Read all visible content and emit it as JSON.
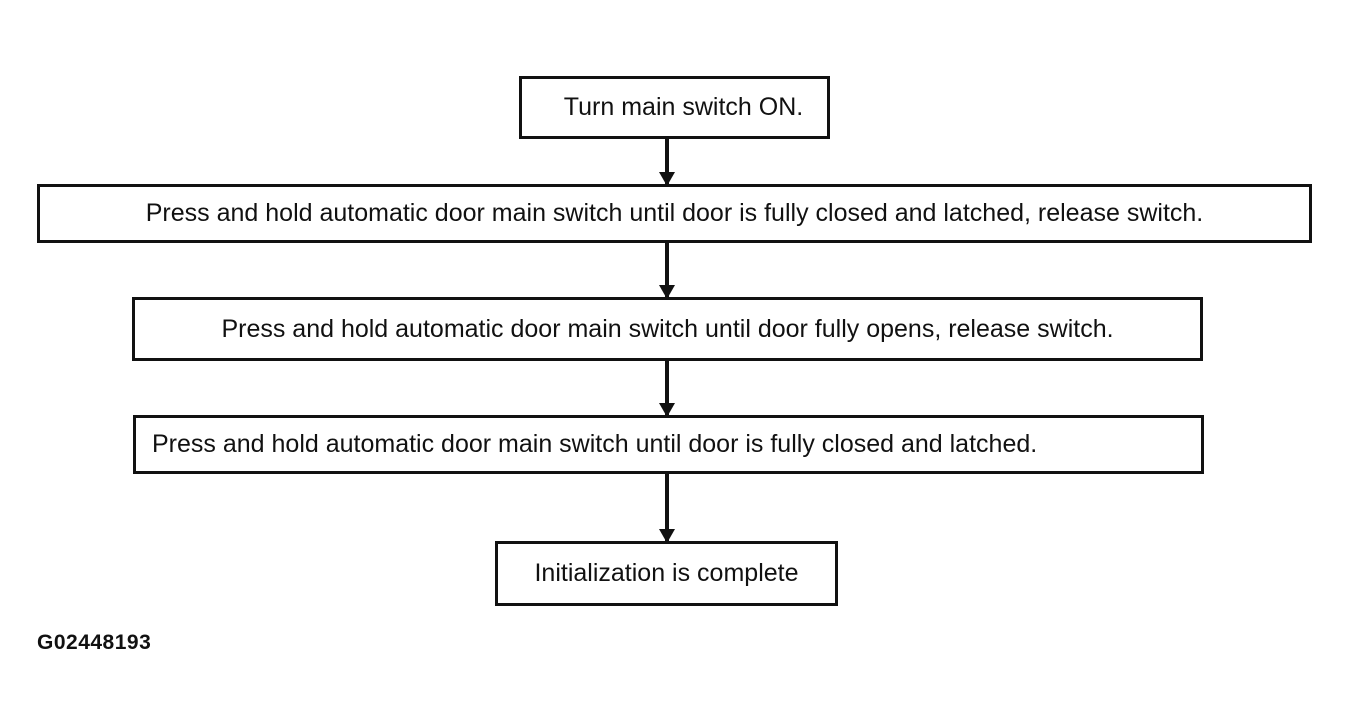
{
  "steps": [
    "Turn main switch ON.",
    "Press and hold automatic door main switch until door is fully closed and latched, release switch.",
    "Press and hold automatic door main switch until door fully opens, release switch.",
    "Press and hold automatic door main switch until door is fully closed and latched.",
    "Initialization is complete"
  ],
  "figure_id": "G02448193"
}
